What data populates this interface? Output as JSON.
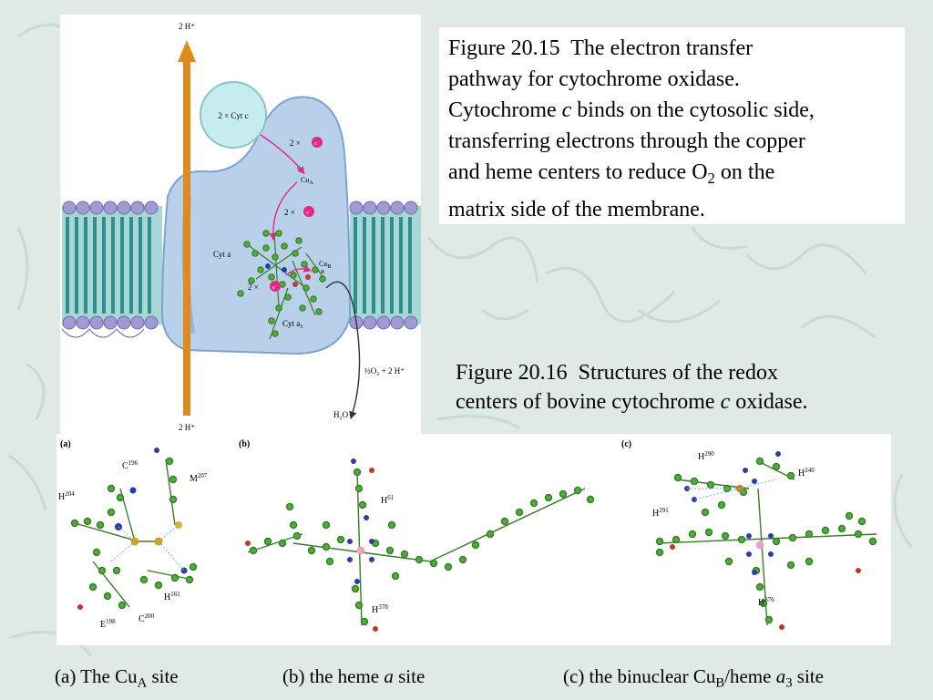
{
  "figure_20_15": {
    "label": "Figure 20.15",
    "text_line1": "The electron transfer",
    "text_line2": "pathway for cytochrome oxidase.",
    "text_line3_pre": "Cytochrome ",
    "text_line3_em": "c",
    "text_line3_post": " binds on the cytosolic side,",
    "text_line4": "transferring electrons through the copper",
    "text_line5_pre": "and heme centers to reduce O",
    "text_line5_sub": "2",
    "text_line5_post": " on the",
    "text_line6": "matrix side of the membrane."
  },
  "figure_20_16": {
    "label": "Figure 20.16",
    "text_line1": "Structures of the redox",
    "text_line2_pre": "centers of bovine cytochrome ",
    "text_line2_em": "c",
    "text_line2_post": " oxidase."
  },
  "diagram": {
    "top_proton": "2 H⁺",
    "bottom_proton": "2 H⁺",
    "cyt_c": "2 × Cyt c",
    "electrons_1": "2 ×",
    "electron_symbol": "e⁻",
    "cu_a": "Cu",
    "cu_a_sub": "A",
    "electrons_2": "2 ×",
    "cyt_a": "Cyt a",
    "cu_b": "Cu",
    "cu_b_sub": "B",
    "electrons_3": "2 ×",
    "cyt_a3": "Cyt a",
    "cyt_a3_sub": "3",
    "oxygen": "½O₂ + 2 H⁺",
    "water": "H₂O",
    "colors": {
      "arrow": "#e08a1e",
      "protein": "#b8d0ea",
      "electron": "#e5287f",
      "membrane": "#3a9a9a"
    }
  },
  "panels": {
    "a_tag": "(a)",
    "a_labels": {
      "c196": "C",
      "c196_sup": "196",
      "m207": "M",
      "m207_sup": "207",
      "h204": "H",
      "h204_sup": "204",
      "h161": "H",
      "h161_sup": "161",
      "e198": "E",
      "e198_sup": "198",
      "c200": "C",
      "c200_sup": "200"
    },
    "b_tag": "(b)",
    "b_labels": {
      "h61": "H",
      "h61_sup": "61",
      "h378": "H",
      "h378_sup": "378"
    },
    "c_tag": "(c)",
    "c_labels": {
      "h290": "H",
      "h290_sup": "290",
      "h240": "H",
      "h240_sup": "240",
      "h291": "H",
      "h291_sup": "291",
      "h376": "H",
      "h376_sup": "376"
    }
  },
  "captions": {
    "a_pre": "(a) The Cu",
    "a_sub": "A",
    "a_post": " site",
    "b_pre": "(b) the heme ",
    "b_em": "a",
    "b_post": " site",
    "c_pre": "(c) the binuclear Cu",
    "c_sub": "B",
    "c_mid": "/heme ",
    "c_em": "a",
    "c_sub2": "3",
    "c_post": " site"
  }
}
